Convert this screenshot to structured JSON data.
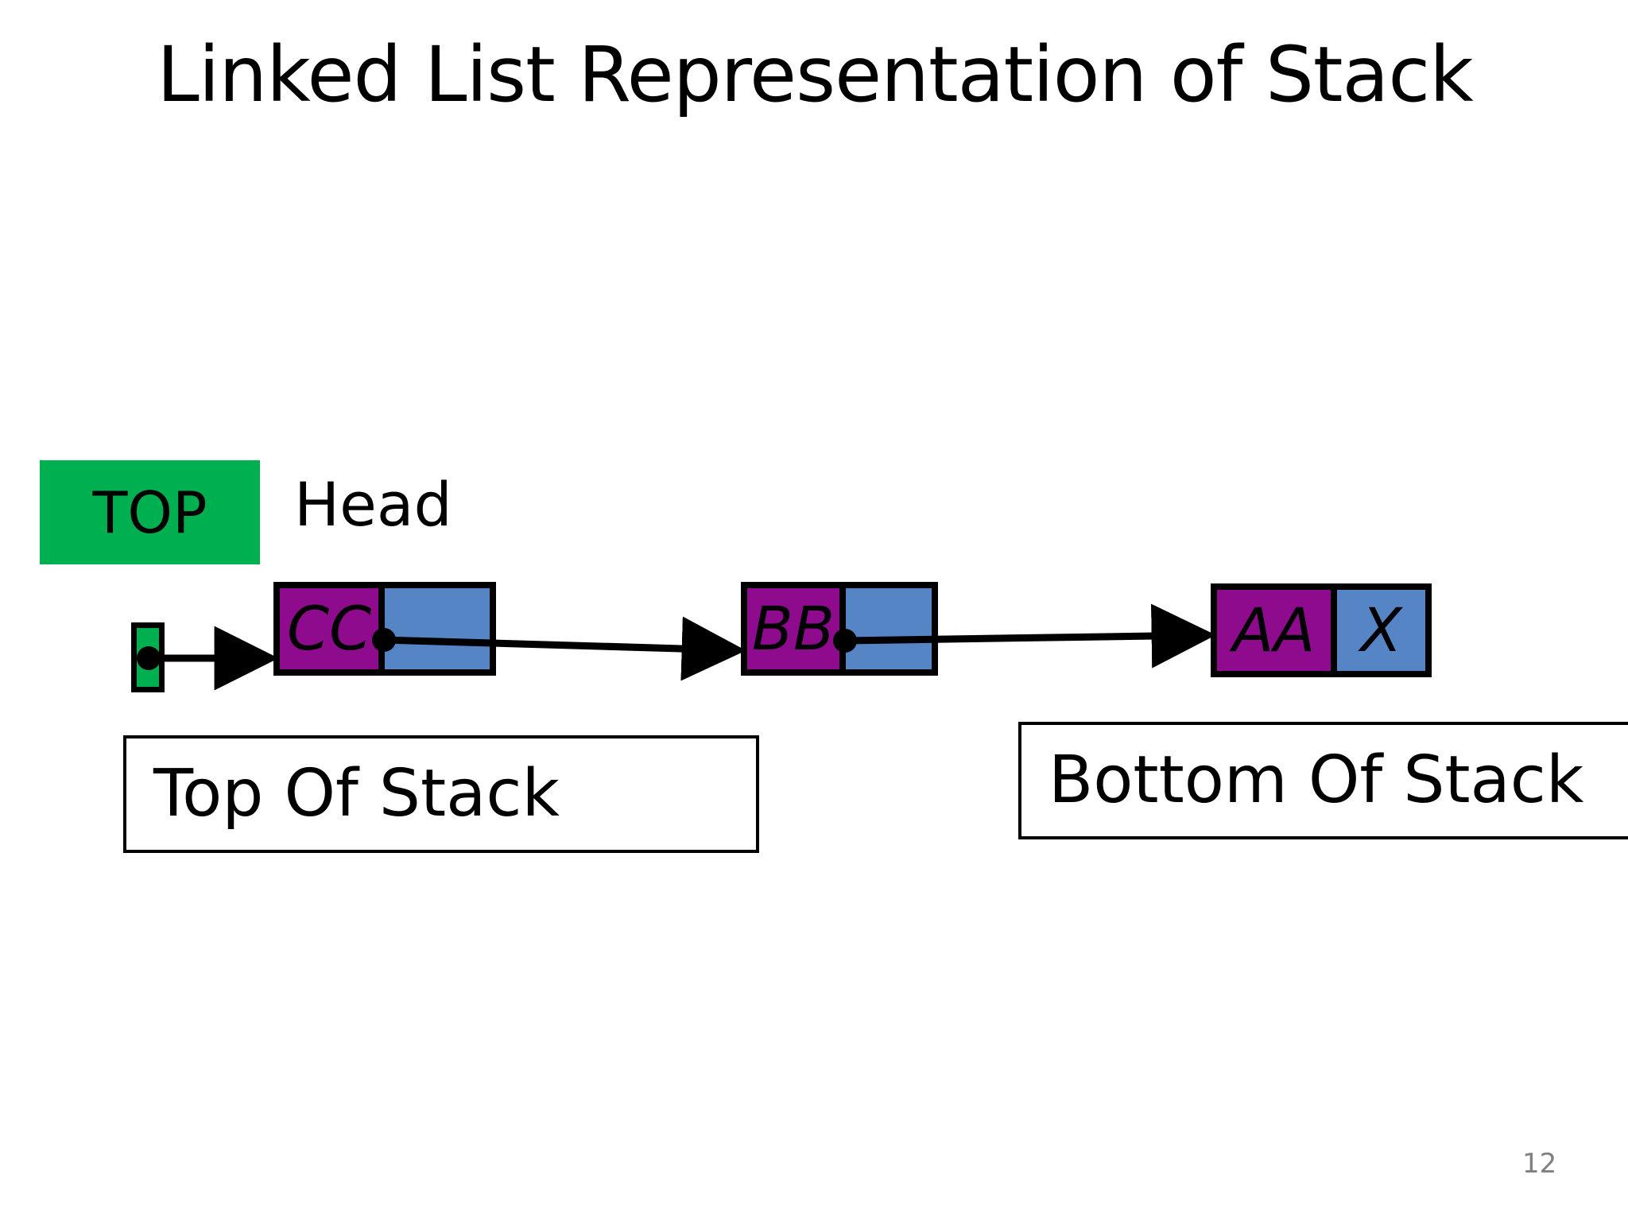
{
  "slide": {
    "title": "Linked List Representation of Stack",
    "page_number": "12",
    "background_color": "#FFFFFF"
  },
  "colors": {
    "top_marker_green": "#00B050",
    "node_data_purple": "#8E0B8E",
    "node_pointer_blue": "#5585C5",
    "outline_black": "#000000",
    "page_number_gray": "#808080"
  },
  "labels": {
    "top_marker": "TOP",
    "head": "Head"
  },
  "head_pointer": {
    "name": "head-pointer-cell",
    "fill": "#00B050",
    "has_dot": true
  },
  "nodes": [
    {
      "id": "cc",
      "data": "CC",
      "pointer": "",
      "pointer_is_null": false,
      "has_dot": true
    },
    {
      "id": "bb",
      "data": "BB",
      "pointer": "",
      "pointer_is_null": false,
      "has_dot": true
    },
    {
      "id": "aa",
      "data": "AA",
      "pointer": "X",
      "pointer_is_null": true,
      "has_dot": false
    }
  ],
  "captions": [
    {
      "id": "top-of-stack",
      "text": "Top Of Stack"
    },
    {
      "id": "bottom-of-stack",
      "text": "Bottom Of Stack"
    }
  ],
  "arrows": [
    {
      "from": "head-pointer-cell",
      "to": "node-cc"
    },
    {
      "from": "node-cc-pointer",
      "to": "node-bb"
    },
    {
      "from": "node-bb-pointer",
      "to": "node-aa"
    }
  ]
}
